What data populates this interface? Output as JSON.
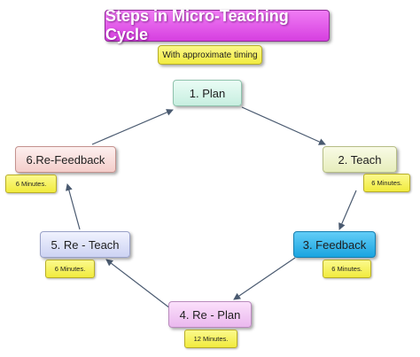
{
  "title": "Steps in Micro-Teaching Cycle",
  "subtitle": "With approximate timing",
  "steps": [
    {
      "label": "1. Plan"
    },
    {
      "label": "2. Teach",
      "timing": "6 Minutes."
    },
    {
      "label": "3. Feedback",
      "timing": "6 Minutes."
    },
    {
      "label": "4. Re - Plan",
      "timing": "12 Minutes."
    },
    {
      "label": "5. Re - Teach",
      "timing": "6 Minutes."
    },
    {
      "label": "6.Re-Feedback",
      "timing": "6 Minutes."
    }
  ],
  "colors": {
    "title": "#d63fe0",
    "timing_note": "#f1eb3e",
    "plan": "#c7efe0",
    "teach": "#e6edbb",
    "feedback": "#1aa4e0",
    "re_plan": "#eab8ee",
    "re_teach": "#cdd3f3",
    "re_feedback": "#f4cdca",
    "arrow": "#4a5a70"
  }
}
